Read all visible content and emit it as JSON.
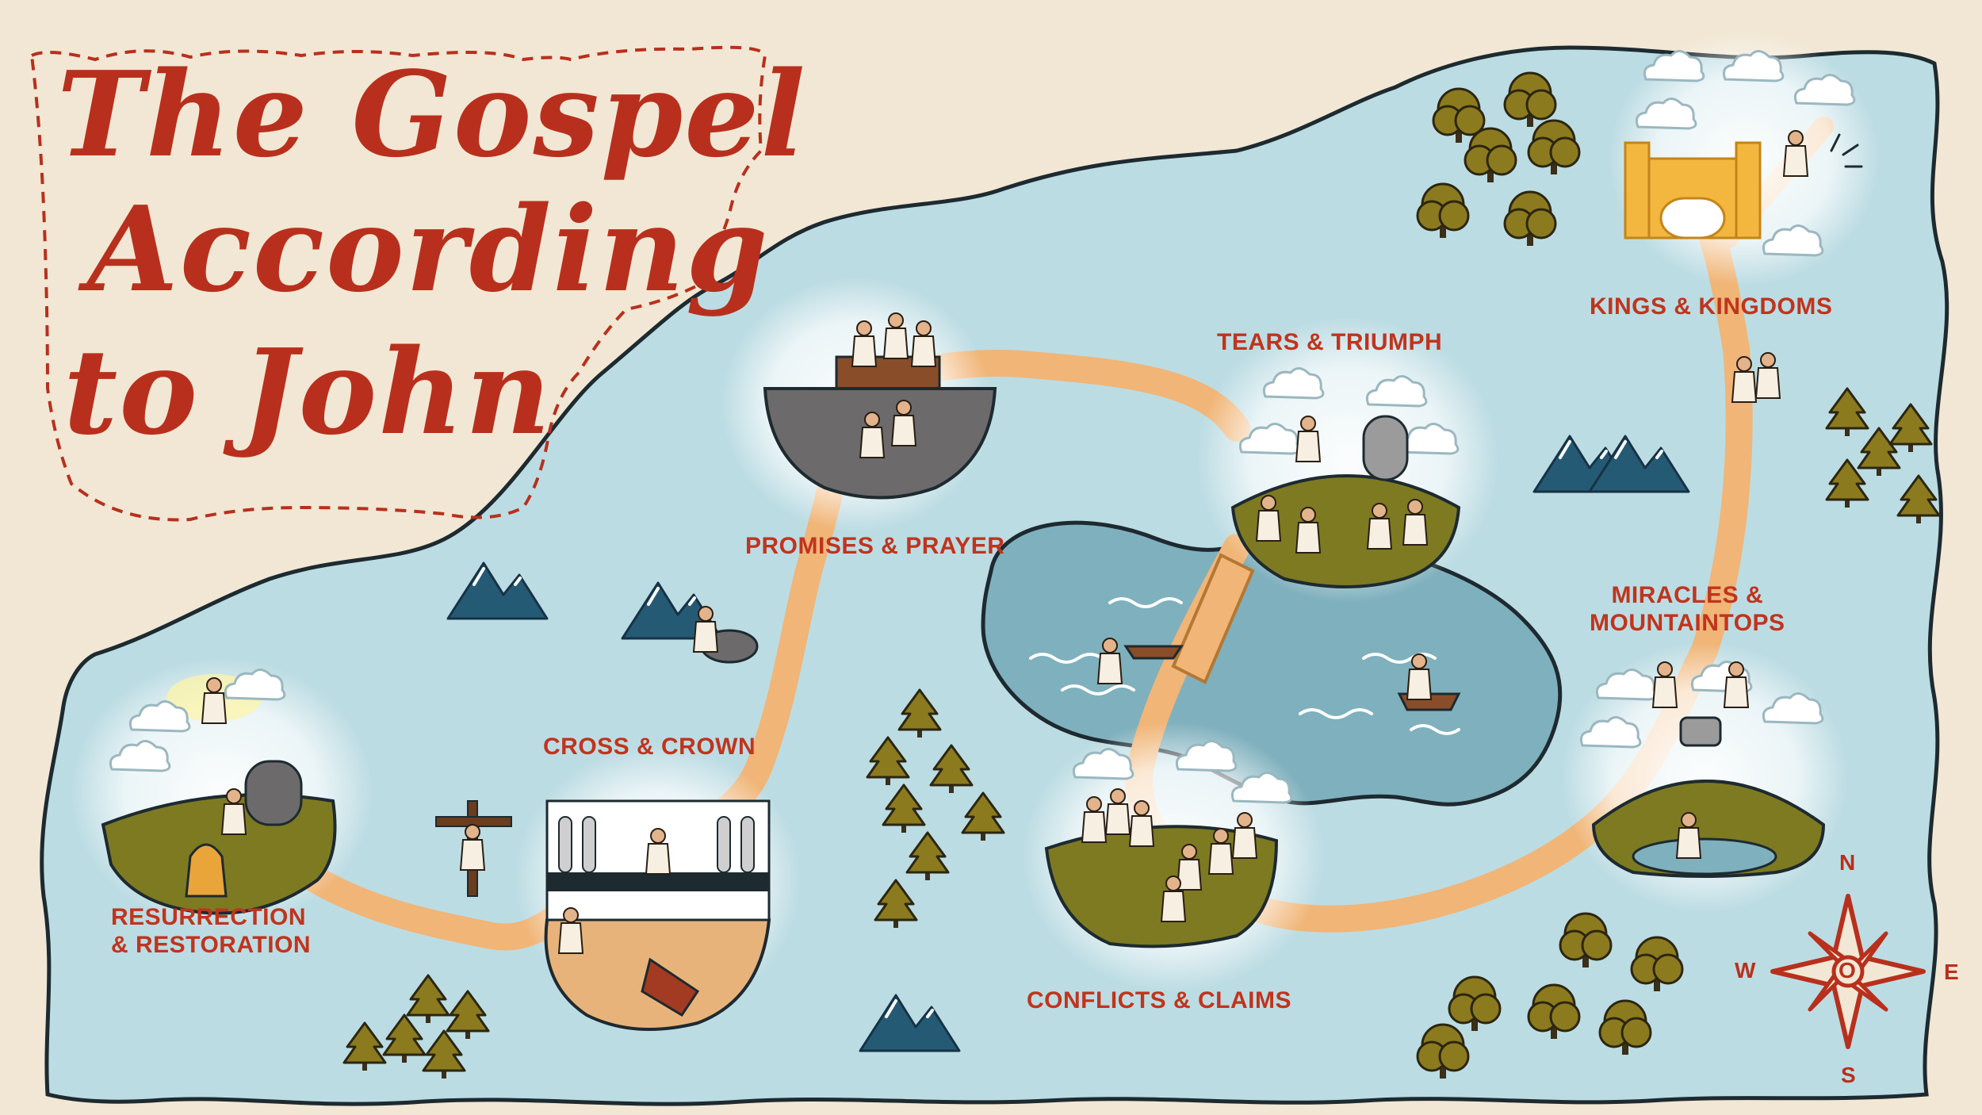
{
  "title": {
    "line1": "The Gospel",
    "line2": "According",
    "line3": "to John"
  },
  "places": [
    {
      "id": "resurrection",
      "line1": "RESURRECTION",
      "line2": "& RESTORATION"
    },
    {
      "id": "cross",
      "line1": "CROSS & CROWN",
      "line2": ""
    },
    {
      "id": "promises",
      "line1": "PROMISES & PRAYER",
      "line2": ""
    },
    {
      "id": "tears",
      "line1": "TEARS & TRIUMPH",
      "line2": ""
    },
    {
      "id": "conflicts",
      "line1": "CONFLICTS & CLAIMS",
      "line2": ""
    },
    {
      "id": "miracles",
      "line1": "MIRACLES &",
      "line2": "MOUNTAINTOPS"
    },
    {
      "id": "kings",
      "line1": "KINGS & KINGDOMS",
      "line2": ""
    }
  ],
  "compass": {
    "north": "N",
    "south": "S",
    "east": "E",
    "west": "W",
    "center": "O"
  },
  "colors": {
    "background": "#f1e7d4",
    "land": "#bcdce3",
    "lake": "#7fb0bd",
    "path": "#f0b577",
    "title_red": "#b8301d",
    "label_red": "#c0341d",
    "tree": "#8c7a1f",
    "mountain": "#255a74",
    "hill_green": "#7d7a22",
    "stone_gray": "#6c6a6a",
    "castle_gold": "#f3b63f"
  }
}
